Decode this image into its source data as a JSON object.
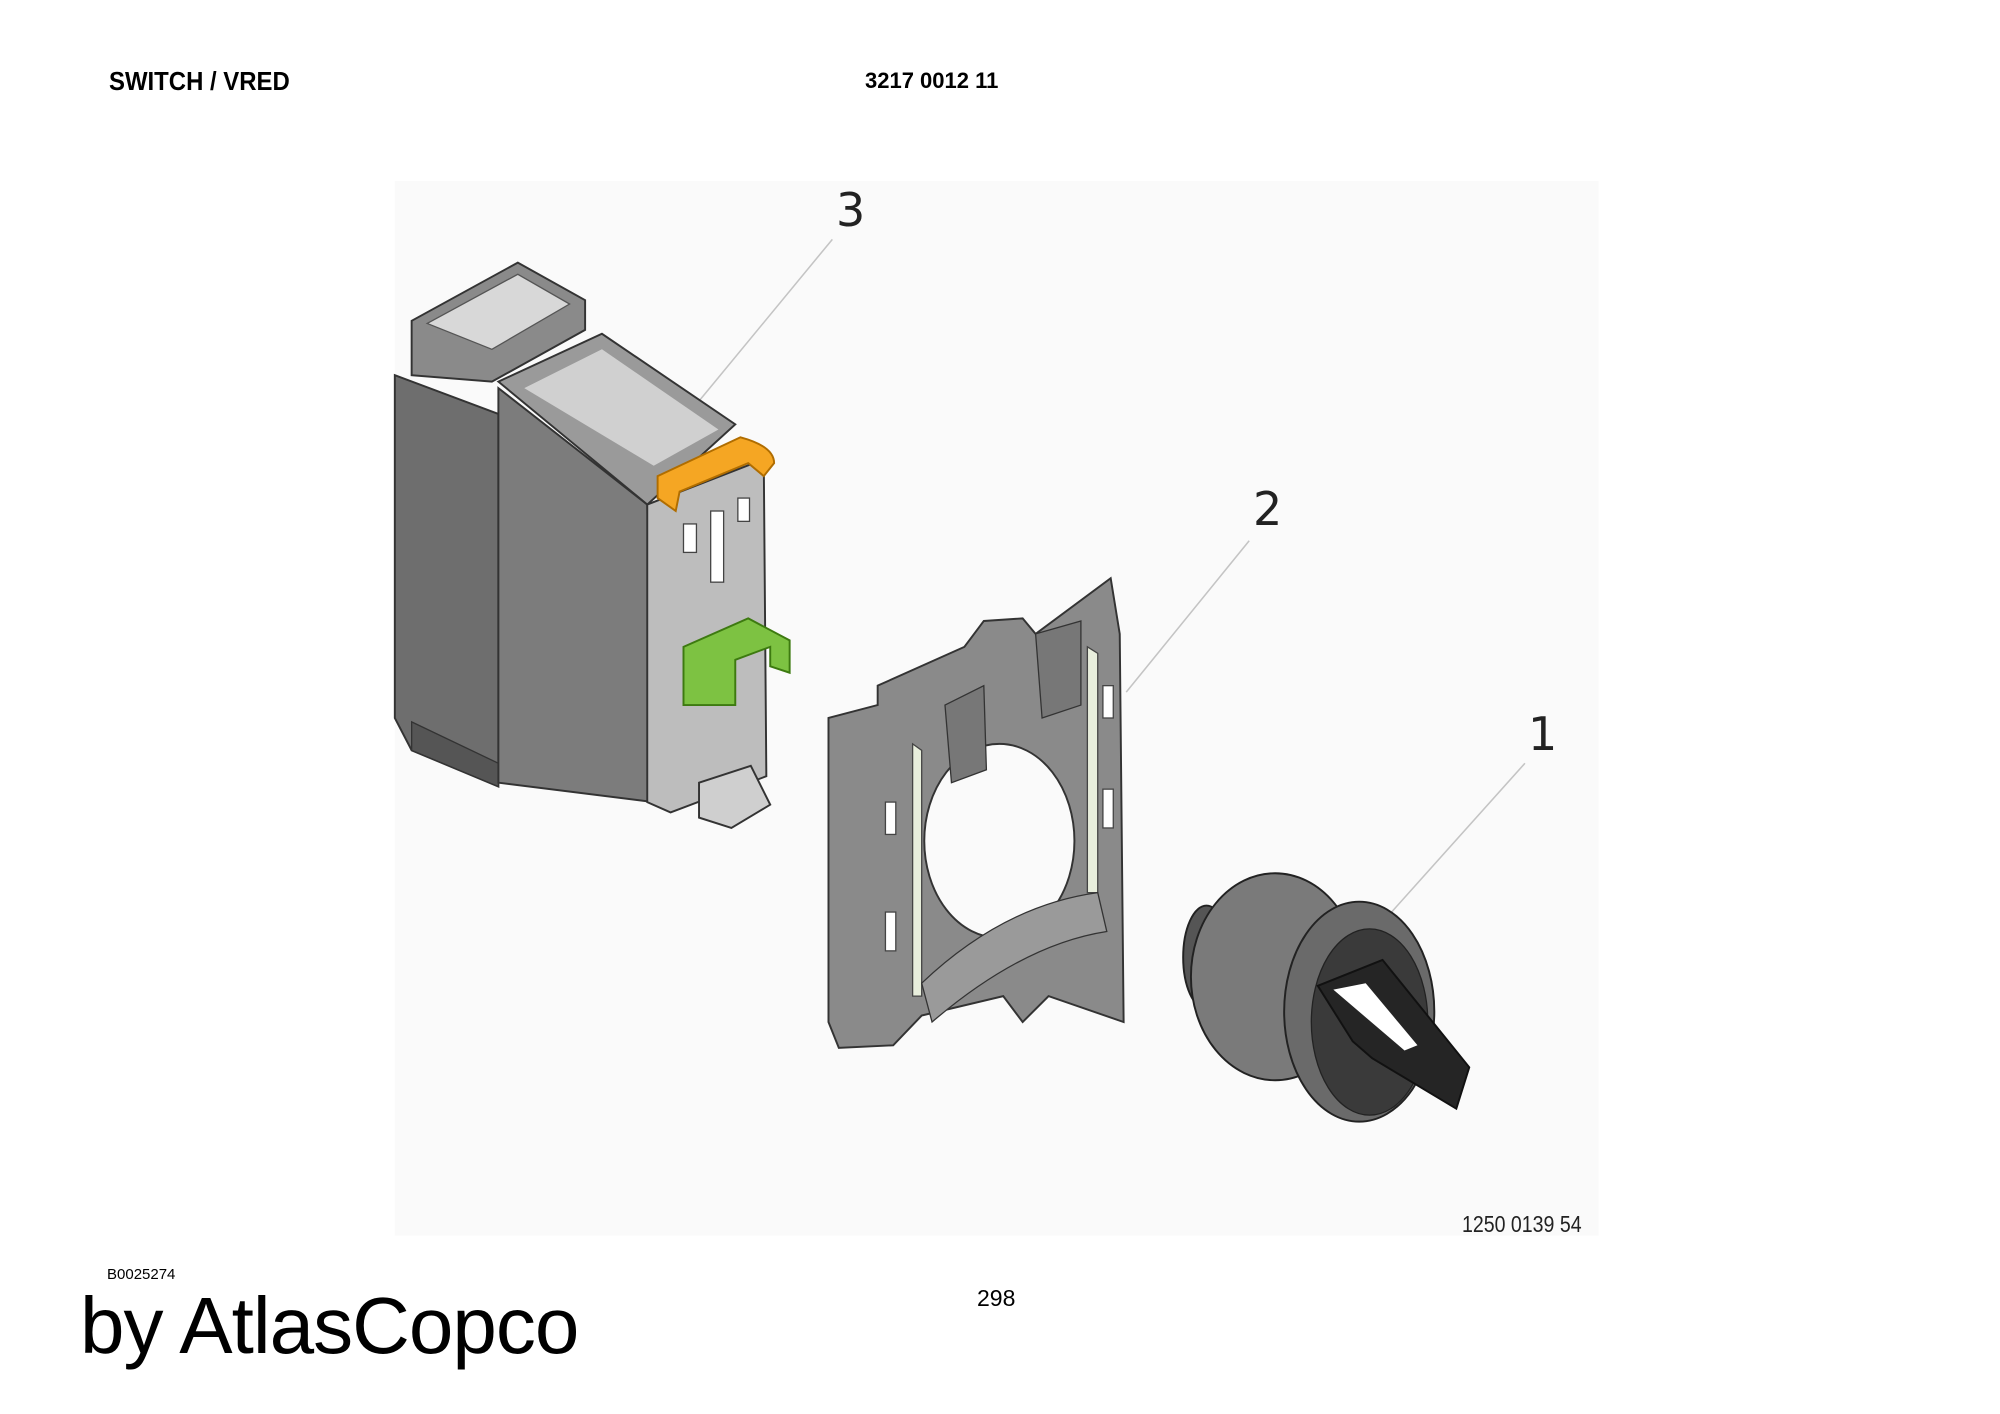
{
  "header": {
    "title": "SWITCH / VRED",
    "document_number": "3217 0012 11"
  },
  "figure": {
    "part_number": "1250 0139 54",
    "callouts": [
      "1",
      "2",
      "3"
    ],
    "colors": {
      "body_gray": "#7a7a7a",
      "clip_orange": "#f5a623",
      "actuator_green": "#7dc242",
      "knob_dark": "#2e2e2e"
    }
  },
  "footer": {
    "reference": "B0025274",
    "page_number": "298",
    "brand": "by AtlasCopco"
  }
}
